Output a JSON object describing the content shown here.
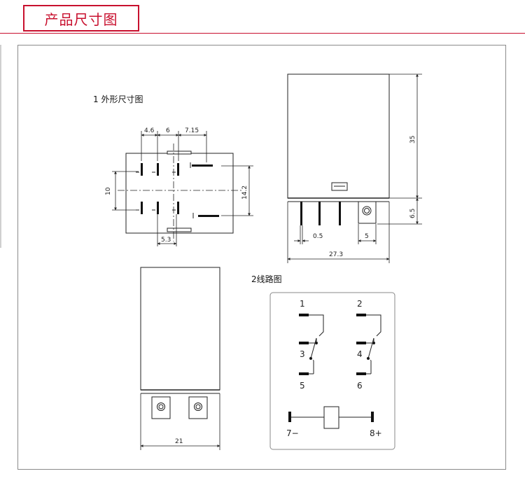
{
  "header": {
    "title": "产品尺寸图"
  },
  "section1": {
    "title": "1 外形尺寸图",
    "top_view": {
      "dims": [
        "4.6",
        "6",
        "7.15",
        "10",
        "14.2",
        "5.3"
      ]
    },
    "side_view": {
      "dims": [
        "35",
        "6.5",
        "0.5",
        "5",
        "27.3"
      ]
    },
    "front_view": {
      "dims": [
        "21"
      ]
    }
  },
  "section2": {
    "title": "2线路图",
    "terminals": [
      "1",
      "2",
      "3",
      "4",
      "5",
      "6",
      "7−",
      "8+"
    ]
  },
  "colors": {
    "accent": "#c8102e",
    "line": "#222222",
    "frame": "#8a8a8a"
  }
}
